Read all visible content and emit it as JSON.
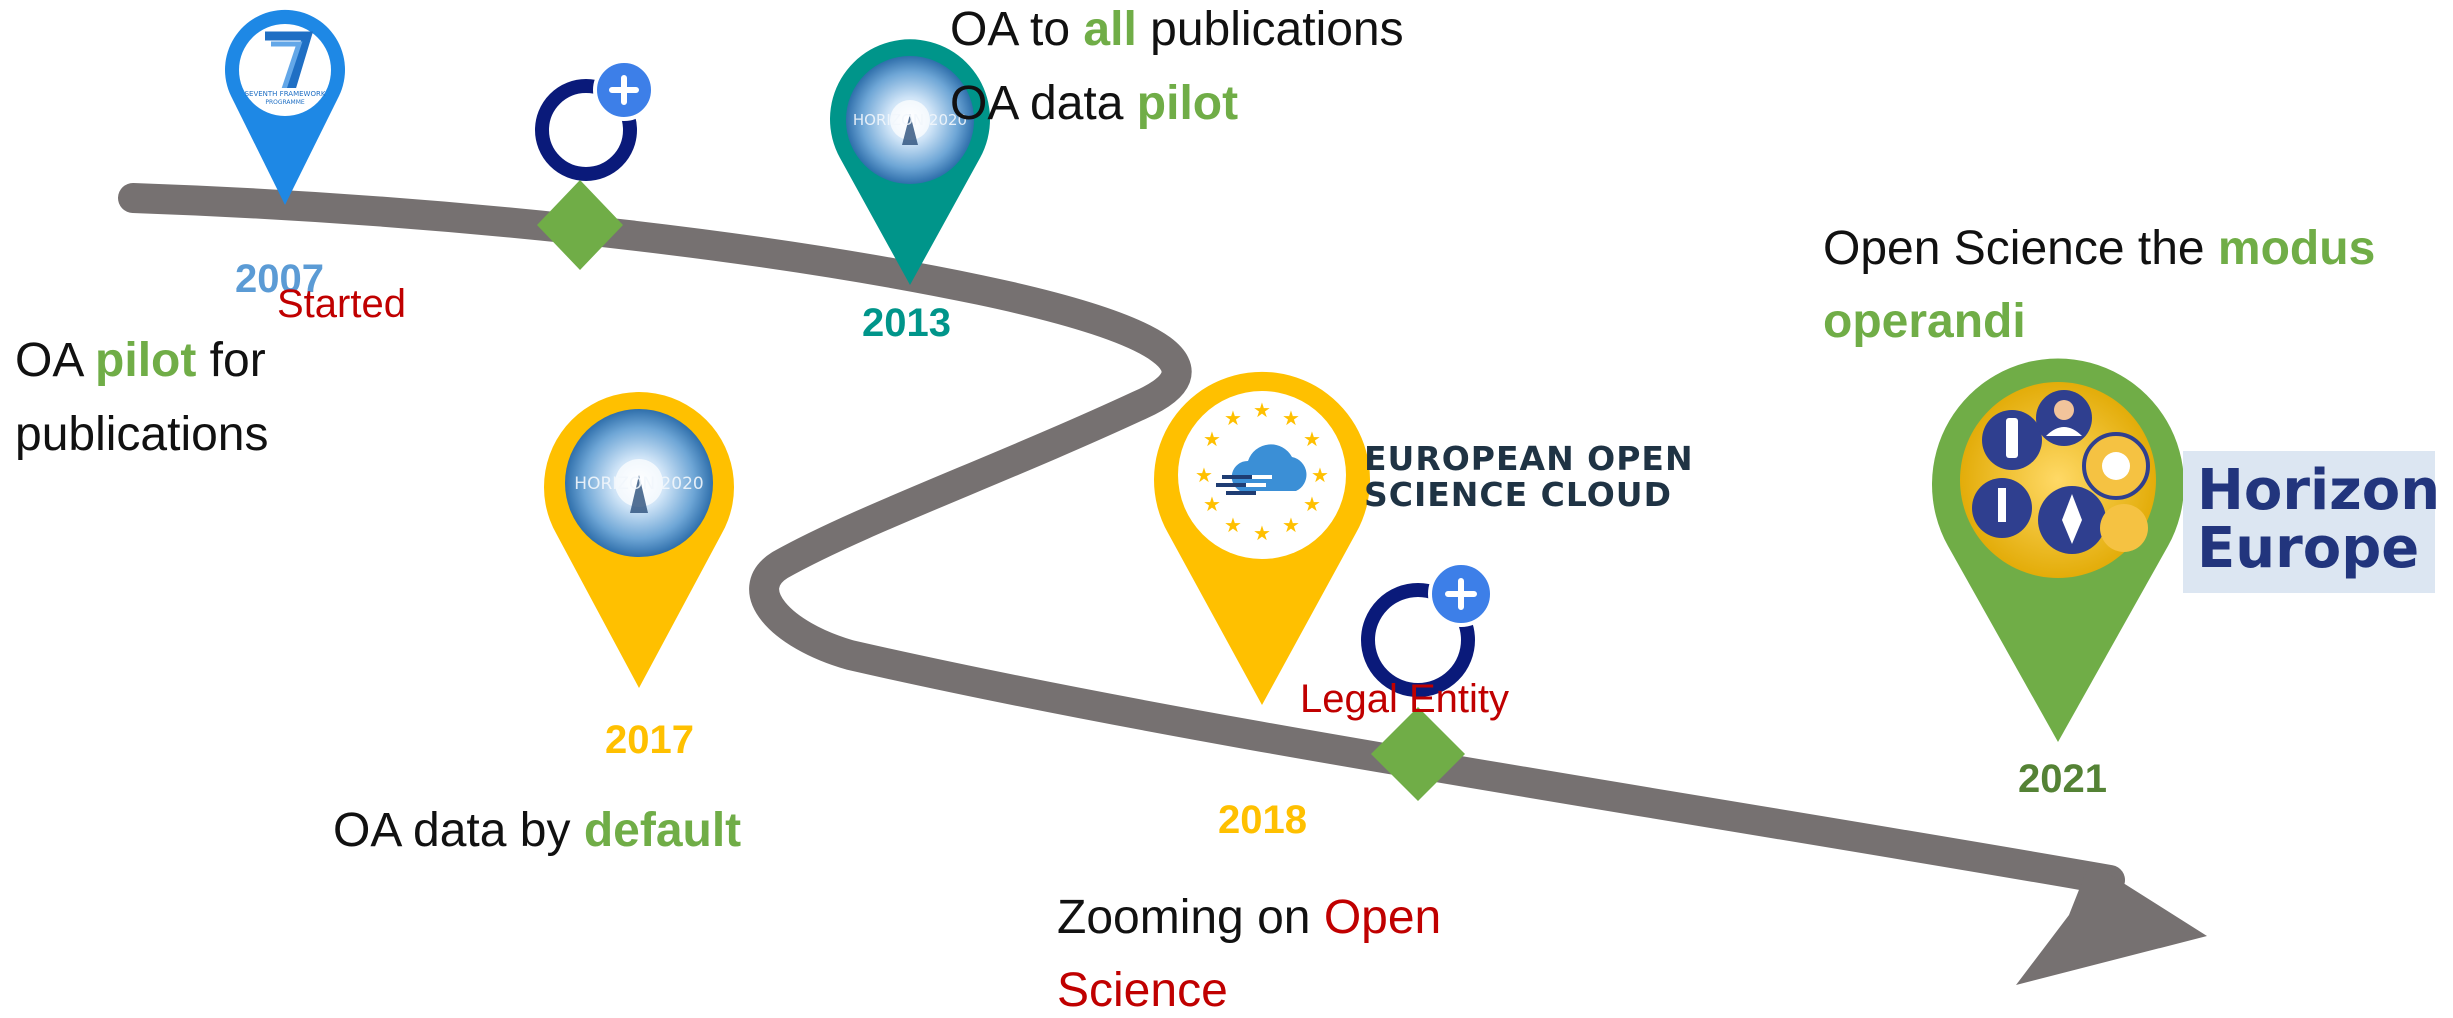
{
  "colors": {
    "road": "#767171",
    "green": "#70ad47",
    "red": "#c00000",
    "yellow": "#ffc000",
    "blue": "#1e88e5",
    "teal": "#00958a",
    "navy": "#0a1a7a",
    "plus_blue": "#3d7fe8",
    "eosc_navy": "#1f3344",
    "horizon_europe_navy": "#22357d",
    "horizon_europe_bg": "#dce6f2"
  },
  "milestones": {
    "m2007": {
      "year": "2007",
      "sub_label": "Started",
      "logo_text": "SEVENTH FRAMEWORK PROGRAMME",
      "text_parts": [
        "OA ",
        "pilot",
        " for",
        "publications"
      ]
    },
    "m2013": {
      "year": "2013",
      "line1_parts": [
        "OA to ",
        "all",
        " publications"
      ],
      "line2_parts": [
        "OA data ",
        "pilot"
      ]
    },
    "m2017": {
      "year": "2017",
      "text_parts": [
        "OA data by ",
        "default"
      ]
    },
    "m2018": {
      "year": "2018",
      "sub_label": "Legal Entity",
      "text_parts": [
        "Zooming on ",
        "Open",
        "Science"
      ],
      "logo_line1": "EUROPEAN OPEN",
      "logo_line2": "SCIENCE CLOUD"
    },
    "m2021": {
      "year": "2021",
      "text_parts": [
        "Open Science the ",
        "modus",
        "operandi"
      ],
      "logo_line1": "Horizon",
      "logo_line2": "Europe"
    }
  },
  "icons": [
    "plus-circle-icon",
    "diamond-marker-icon",
    "map-pin-icon",
    "fp7-logo-icon",
    "horizon-2020-logo-icon",
    "eosc-cloud-icon",
    "eu-stars-icon",
    "science-collage-icon"
  ]
}
